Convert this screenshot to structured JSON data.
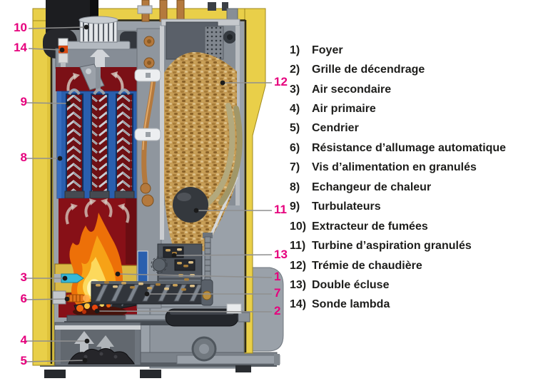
{
  "colors": {
    "callout_accent": "#e6007d",
    "legend_text": "#1d1d1b",
    "insulation_yellow": "#e9cf49",
    "heat_exchanger_blue": "#2a5fae",
    "combustion_red": "#7b1016",
    "pellet_tan": "#c49a54",
    "flame_orange": "#f7a216"
  },
  "diagram": {
    "callouts": {
      "left": [
        "10",
        "14",
        "9",
        "8",
        "3",
        "6",
        "4",
        "5"
      ],
      "right": [
        "12",
        "11",
        "13",
        "1",
        "7",
        "2"
      ]
    }
  },
  "legend": {
    "items": [
      {
        "num": "1)",
        "label": "Foyer"
      },
      {
        "num": "2)",
        "label": "Grille de décendrage"
      },
      {
        "num": "3)",
        "label": "Air secondaire"
      },
      {
        "num": "4)",
        "label": "Air primaire"
      },
      {
        "num": "5)",
        "label": "Cendrier"
      },
      {
        "num": "6)",
        "label": "Résistance d’allumage automatique"
      },
      {
        "num": "7)",
        "label": "Vis d’alimentation en granulés"
      },
      {
        "num": "8)",
        "label": "Echangeur de chaleur"
      },
      {
        "num": "9)",
        "label": "Turbulateurs"
      },
      {
        "num": "10)",
        "label": "Extracteur de fumées"
      },
      {
        "num": "11)",
        "label": "Turbine d’aspiration granulés"
      },
      {
        "num": "12)",
        "label": "Trémie de chaudière"
      },
      {
        "num": "13)",
        "label": "Double écluse"
      },
      {
        "num": "14)",
        "label": "Sonde lambda"
      }
    ]
  }
}
